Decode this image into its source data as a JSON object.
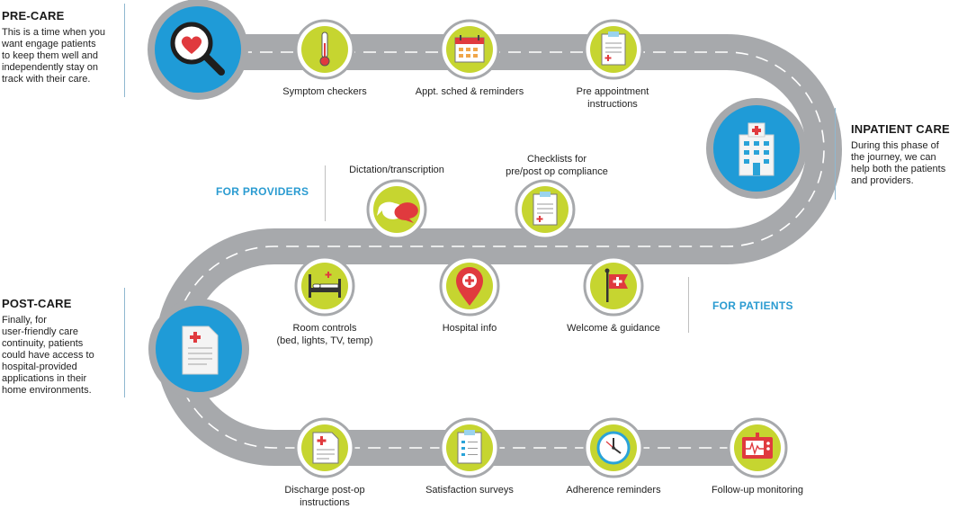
{
  "pre_care": {
    "title": "PRE-CARE",
    "text": [
      "This is a time when you",
      "want engage patients",
      "to keep them well and",
      "independently stay on",
      "track with their care."
    ]
  },
  "inpatient_care": {
    "title": "INPATIENT CARE",
    "text": [
      "During this phase of",
      "the journey, we can",
      "help both the patients",
      "and providers."
    ]
  },
  "post_care": {
    "title": "POST-CARE",
    "text": [
      "Finally, for",
      "user-friendly care",
      "continuity, patients",
      "could have access to",
      "hospital-provided",
      "applications in their",
      "home environments."
    ]
  },
  "sections": {
    "for_providers": "FOR PROVIDERS",
    "for_patients": "FOR PATIENTS"
  },
  "stops": {
    "symptom_checkers": [
      "Symptom checkers"
    ],
    "appt_sched": [
      "Appt. sched & reminders"
    ],
    "pre_appointment": [
      "Pre appointment",
      "instructions"
    ],
    "dictation": [
      "Dictation/transcription"
    ],
    "checklists": [
      "Checklists for",
      "pre/post op compliance"
    ],
    "room_controls": [
      "Room controls",
      "(bed, lights, TV, temp)"
    ],
    "hospital_info": [
      "Hospital info"
    ],
    "welcome": [
      "Welcome & guidance"
    ],
    "discharge": [
      "Discharge post-op",
      "instructions"
    ],
    "satisfaction": [
      "Satisfaction surveys"
    ],
    "adherence": [
      "Adherence reminders"
    ],
    "follow_up": [
      "Follow-up monitoring"
    ]
  },
  "icons": {
    "pre_care": "heart-magnifier-icon",
    "inpatient_care": "hospital-building-icon",
    "post_care": "medical-document-icon",
    "symptom_checkers": "thermometer-icon",
    "appt_sched": "calendar-icon",
    "pre_appointment": "clipboard-icon",
    "dictation": "speech-bubbles-icon",
    "checklists": "checklist-clipboard-icon",
    "room_controls": "hospital-bed-icon",
    "hospital_info": "location-pin-icon",
    "welcome": "flag-icon",
    "discharge": "discharge-document-icon",
    "satisfaction": "survey-clipboard-icon",
    "adherence": "clock-icon",
    "follow_up": "heart-monitor-icon"
  },
  "colors": {
    "road": "#a7a9ac",
    "road_dash": "#ffffff",
    "stop_fill": "#c6d530",
    "stop_ring": "#a7a9ac",
    "phase_fill": "#1f9bd7",
    "phase_ring": "#a7a9ac",
    "accent_blue": "#2a9bd1",
    "accent_red": "#e03a3e"
  }
}
